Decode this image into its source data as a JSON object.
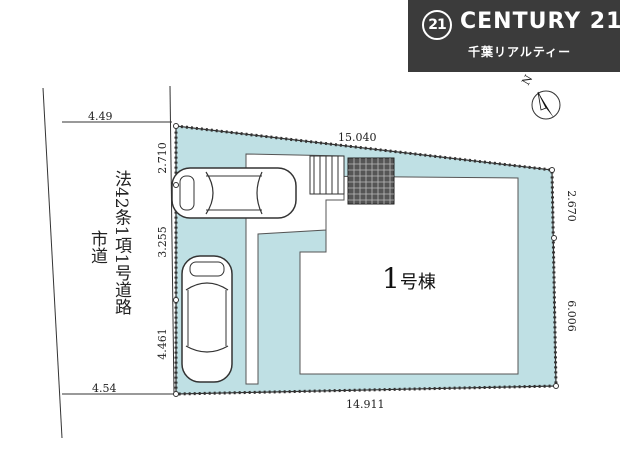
{
  "logo": {
    "mark": "21",
    "brand": "CENTURY 21",
    "subtitle": "千葉リアルティー"
  },
  "compass": {
    "label": "N"
  },
  "road": {
    "name_line1": "法42条1項1号道路",
    "name_line2": "市道"
  },
  "building": {
    "number": "1",
    "suffix": "号棟"
  },
  "dimensions": {
    "road_width_top": "4.49",
    "road_width_bottom": "4.54",
    "top_edge": "15.040",
    "bottom_edge": "14.911",
    "left_segment_1": "2.710",
    "left_segment_2": "3.255",
    "left_segment_3": "4.461",
    "right_segment_1": "2.670",
    "right_segment_2": "6.006"
  },
  "colors": {
    "lot_fill": "#bfe0e4",
    "building_fill": "#ffffff",
    "outline": "#333333",
    "logo_bg": "#3b3b3b"
  }
}
